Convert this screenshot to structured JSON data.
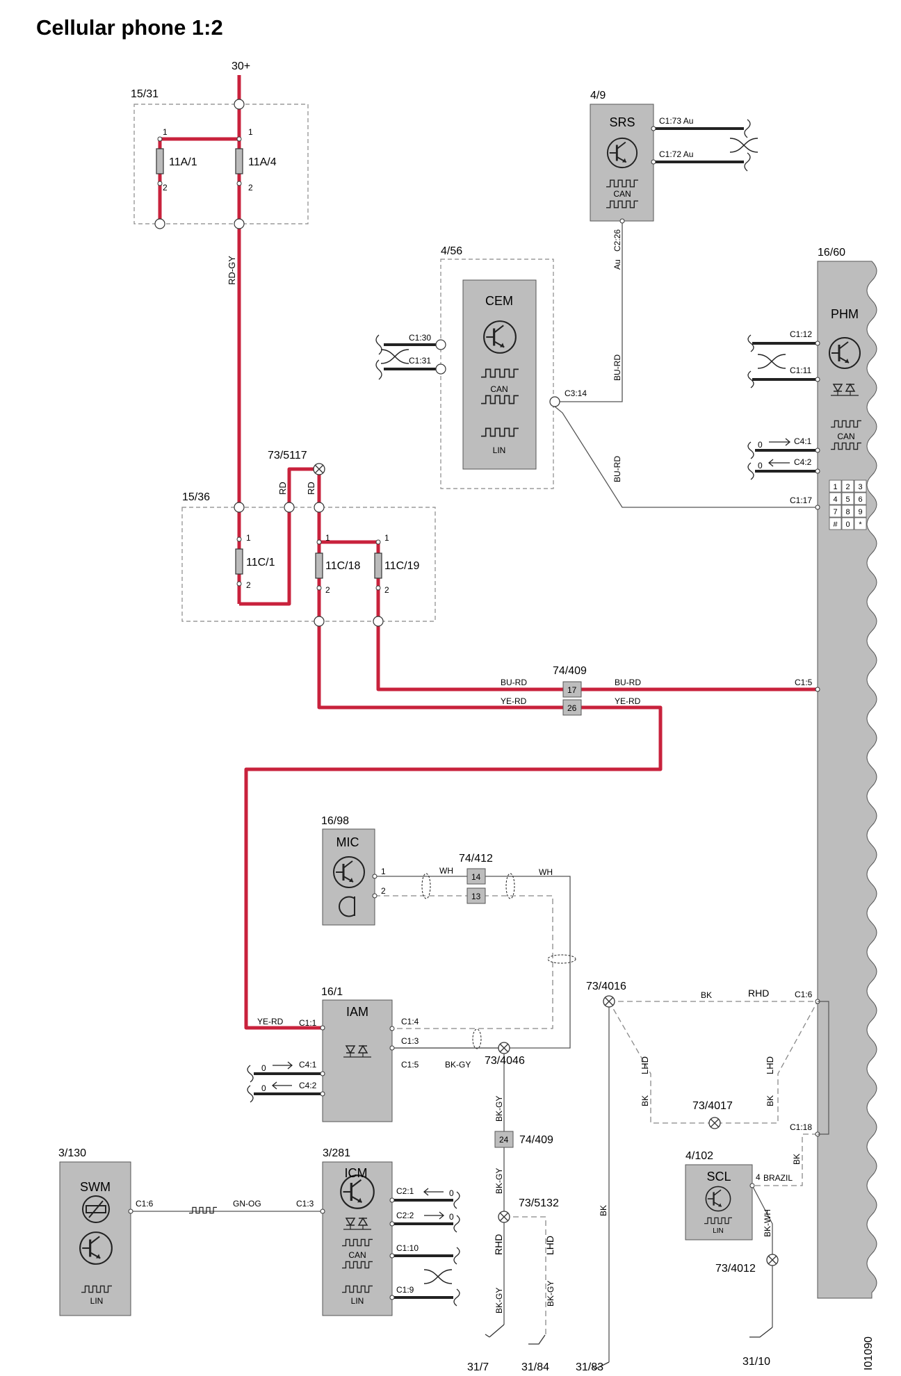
{
  "title": "Cellular phone 1:2",
  "figure_id": "I01090",
  "colors": {
    "power": "#c8223c",
    "wire": "#555555",
    "module": "#bdbdbd",
    "dashed": "#888888"
  },
  "components": {
    "c1531": {
      "id": "15/31",
      "fuses": [
        "11A/1",
        "11A/4"
      ],
      "supply": "30+",
      "wire": "RD-GY",
      "pins": [
        "1",
        "2",
        "1",
        "2"
      ]
    },
    "c1536": {
      "id": "15/36",
      "fuses": [
        "11C/1",
        "11C/18",
        "11C/19"
      ],
      "splice": "73/5117",
      "wires": [
        "RD",
        "RD"
      ],
      "pins": [
        "1",
        "2",
        "1",
        "2",
        "1",
        "2"
      ]
    },
    "srs": {
      "id": "4/9",
      "name": "SRS",
      "pins": [
        "C1:73 Au",
        "C1:72 Au",
        "C2:26",
        "Au"
      ],
      "bus": "CAN"
    },
    "cem": {
      "id": "4/56",
      "name": "CEM",
      "pins": [
        "C1:30",
        "C1:31",
        "C3:14"
      ],
      "bus": [
        "CAN",
        "LIN"
      ]
    },
    "phm": {
      "id": "16/60",
      "name": "PHM",
      "pins": [
        "C1:12",
        "C1:11",
        "C4:1",
        "C4:2",
        "C1:17",
        "C1:5",
        "C1:6",
        "C1:18"
      ],
      "bus": "CAN",
      "keypad": [
        "1",
        "2",
        "3",
        "4",
        "5",
        "6",
        "7",
        "8",
        "9",
        "#",
        "0",
        "*"
      ],
      "zeros": [
        "0",
        "0"
      ]
    },
    "conn74409": {
      "id": "74/409",
      "pins": [
        "17",
        "26",
        "24"
      ],
      "wires": [
        "BU-RD",
        "YE-RD",
        "BU-RD",
        "YE-RD"
      ]
    },
    "mic": {
      "id": "16/98",
      "name": "MIC",
      "pins": [
        "1",
        "2"
      ],
      "wire": "WH"
    },
    "conn74412": {
      "id": "74/412",
      "pins": [
        "14",
        "13"
      ],
      "wire": "WH"
    },
    "iam": {
      "id": "16/1",
      "name": "IAM",
      "pins": [
        "C1:1",
        "C1:4",
        "C1:3",
        "C1:5",
        "C4:1",
        "C4:2"
      ],
      "wire_in": "YE-RD",
      "wire_out": "BK-GY",
      "zeros": [
        "0",
        "0"
      ]
    },
    "splices": {
      "s4046": "73/4046",
      "s4016": "73/4016",
      "s4017": "73/4017",
      "s5132": "73/5132",
      "s4012": "73/4012"
    },
    "wires_misc": {
      "bu_rd": "BU-RD",
      "bk": "BK",
      "rhd": "RHD",
      "lhd": "LHD",
      "bk_gy": "BK-GY",
      "bk_wh": "BK-WH",
      "brazil": "BRAZIL",
      "pin4": "4"
    },
    "swm": {
      "id": "3/130",
      "name": "SWM",
      "pin": "C1:6",
      "bus": "LIN",
      "wire": "GN-OG"
    },
    "icm": {
      "id": "3/281",
      "name": "ICM",
      "pins": [
        "C1:3",
        "C2:1",
        "C2:2",
        "C1:10",
        "C1:9"
      ],
      "bus": [
        "CAN",
        "LIN"
      ],
      "zeros": [
        "0",
        "0"
      ]
    },
    "scl": {
      "id": "4/102",
      "name": "SCL",
      "bus": "LIN"
    },
    "grounds": [
      "31/7",
      "31/84",
      "31/83",
      "31/10"
    ]
  }
}
